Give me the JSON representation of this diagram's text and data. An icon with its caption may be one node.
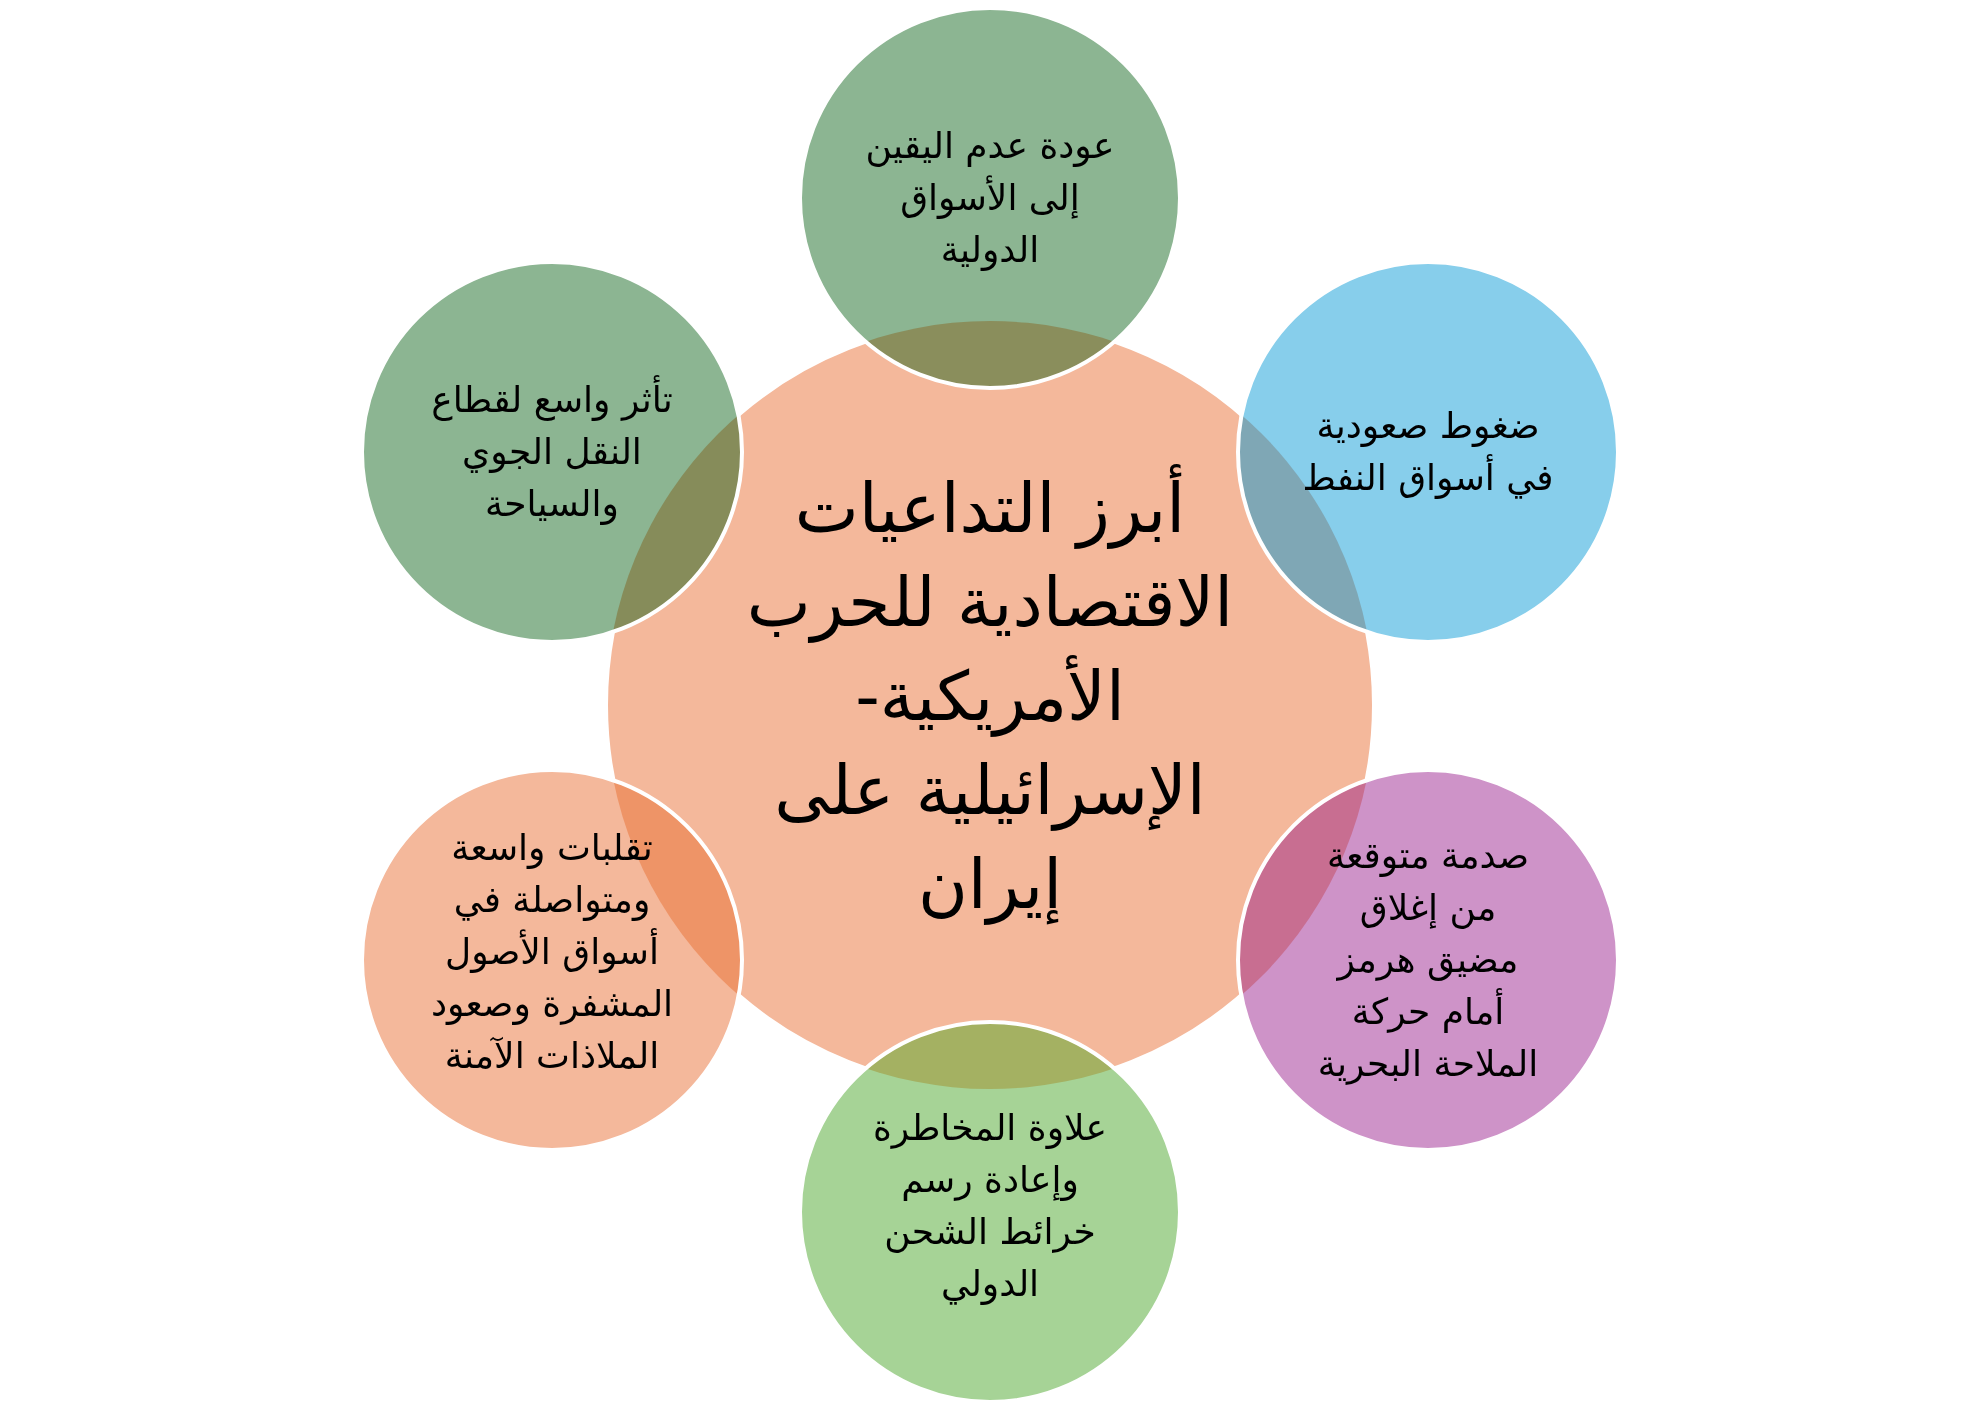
{
  "diagram": {
    "nodes": [
      {
        "text": [
          "أبرز التداعيات الاقتصادية للحرب الأمريكية- الإسرائيلية على إيران"
        ]
      },
      {
        "text": [
          "عودة عدم اليقين إلى الأسواق الدولية"
        ]
      },
      {
        "text": [
          "ضغوط صعودية في أسواق النفط"
        ]
      },
      {
        "text": [
          "صدمة متوقعة من إغلاق مضيق هرمز أمام حركة الملاحة البحرية"
        ]
      },
      {
        "text": [
          "علاوة المخاطرة وإعادة رسم خرائط الشحن الدولي"
        ]
      },
      {
        "text": [
          "تقلبات واسعة ومتواصلة في أسواق الأصول المشفرة وصعود الملاذات الآمنة"
        ]
      },
      {
        "text": [
          "تأثر واسع لقطاع النقل الجوي والسياحة"
        ]
      }
    ]
  }
}
